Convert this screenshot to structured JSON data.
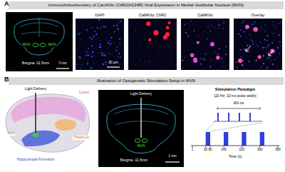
{
  "diagram": {
    "nodes": [
      {
        "text": [
          "Immunohistochemistry of CamKIIα::ChR2(H134R) Viral Expression in Medial Vestibular Nucleus (MVN)"
        ]
      },
      {
        "text": [
          "DAPI"
        ]
      },
      {
        "text": [
          "CaMKIIα::ChR2"
        ]
      },
      {
        "text": [
          "CaMKIIα"
        ]
      },
      {
        "text": [
          "Overlay"
        ]
      },
      {
        "text": [
          "Illustration of Optogenetic Stimulation Setup in MVN"
        ]
      }
    ],
    "labels": [
      "A",
      "MVN",
      "MVN",
      "Bregma -11.5mm",
      "3 mm",
      "30 µm",
      "B",
      "Light Delivery",
      "Cortex",
      "Thalamus",
      "Hippocampal Formation",
      "MVN",
      "Light Delivery",
      "MVN",
      "Bregma -11.5mm",
      "1 mm",
      "Stimulation Paradigm",
      "(20 Hz; 10 ms pulse width)",
      "400 ms",
      "1",
      "60",
      "80",
      "140",
      "220",
      "300",
      "380",
      "Time (s)"
    ]
  }
}
